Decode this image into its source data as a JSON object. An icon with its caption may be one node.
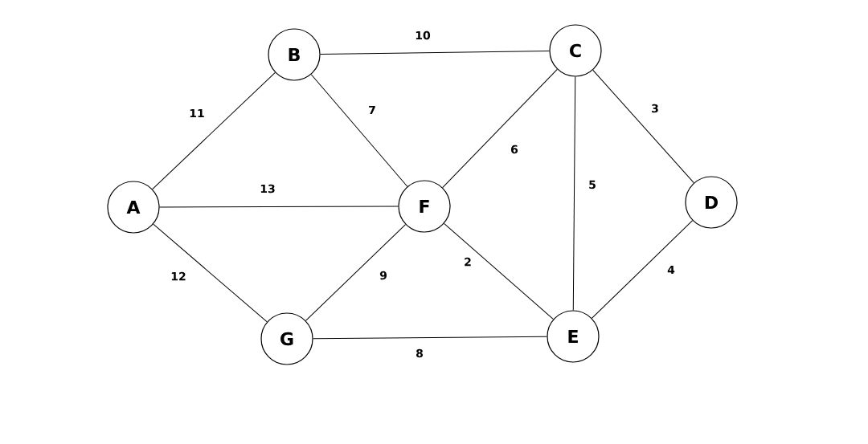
{
  "diagram": {
    "nodes": [
      {
        "text": [
          "A"
        ]
      },
      {
        "text": [
          "B"
        ]
      },
      {
        "text": [
          "C"
        ]
      },
      {
        "text": [
          "D"
        ]
      },
      {
        "text": [
          "E"
        ]
      },
      {
        "text": [
          "F"
        ]
      },
      {
        "text": [
          "G"
        ]
      }
    ],
    "edges": [
      {
        "from": 1,
        "to": 2,
        "arrow": "none",
        "label": "10"
      },
      {
        "from": 0,
        "to": 1,
        "arrow": "none",
        "label": "11"
      },
      {
        "from": 1,
        "to": 5,
        "arrow": "none",
        "label": "7"
      },
      {
        "from": 2,
        "to": 5,
        "arrow": "none",
        "label": "6"
      },
      {
        "from": 2,
        "to": 3,
        "arrow": "none",
        "label": "3"
      },
      {
        "from": 2,
        "to": 4,
        "arrow": "none",
        "label": "5"
      },
      {
        "from": 0,
        "to": 5,
        "arrow": "none",
        "label": "13"
      },
      {
        "from": 0,
        "to": 6,
        "arrow": "none",
        "label": "12"
      },
      {
        "from": 5,
        "to": 6,
        "arrow": "none",
        "label": "9"
      },
      {
        "from": 5,
        "to": 4,
        "arrow": "none",
        "label": "2"
      },
      {
        "from": 3,
        "to": 4,
        "arrow": "none",
        "label": "4"
      },
      {
        "from": 6,
        "to": 4,
        "arrow": "none",
        "label": "8"
      }
    ]
  }
}
